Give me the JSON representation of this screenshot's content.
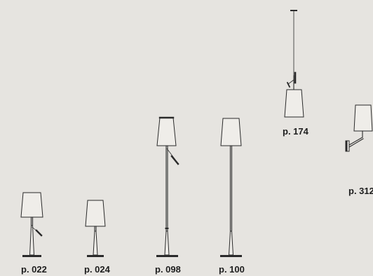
{
  "colors": {
    "background": "#e6e4e0",
    "line": "#2a2a2a",
    "shade_fill": "#efede9",
    "label": "#1e1e1e"
  },
  "products": [
    {
      "kind": "table-lamp-with-reading-arm",
      "page": "p. 022"
    },
    {
      "kind": "table-lamp",
      "page": "p. 024"
    },
    {
      "kind": "floor-lamp-with-reading-arm",
      "page": "p. 098"
    },
    {
      "kind": "floor-lamp",
      "page": "p. 100"
    },
    {
      "kind": "suspension-lamp",
      "page": "p. 174"
    },
    {
      "kind": "wall-lamp",
      "page": "p. 312"
    }
  ]
}
